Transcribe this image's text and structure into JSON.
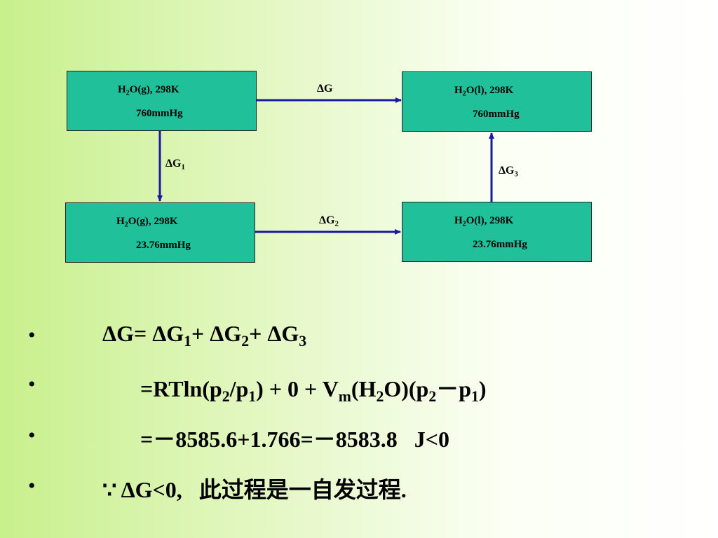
{
  "diagram": {
    "top_left": {
      "species": "H",
      "sub": "2",
      "rest": "O(g), 298K",
      "pressure": "760mmHg"
    },
    "top_right": {
      "species": "H",
      "sub": "2",
      "rest": "O(l), 298K",
      "pressure": "760mmHg"
    },
    "bottom_left": {
      "species": "H",
      "sub": "2",
      "rest": "O(g), 298K",
      "pressure": "23.76mmHg"
    },
    "bottom_right": {
      "species": "H",
      "sub": "2",
      "rest": "O(l), 298K",
      "pressure": "23.76mmHg"
    },
    "label_top": {
      "delta": "Δ",
      "text": "G"
    },
    "label_g1": {
      "delta": "Δ",
      "text": "G",
      "sub": "1"
    },
    "label_g2": {
      "delta": "Δ",
      "text": "G",
      "sub": "2"
    },
    "label_g3": {
      "delta": "Δ",
      "text": "G",
      "sub": "3"
    },
    "arrow_color": "#1a1aa0"
  },
  "bullets": [
    {
      "marker": "•"
    },
    {
      "marker": "•"
    },
    {
      "marker": "•"
    },
    {
      "marker": "•"
    }
  ],
  "equations": {
    "line1": {
      "a": "ΔG= ΔG",
      "s1": "1",
      "b": "+ ΔG",
      "s2": "2",
      "c": "+ ΔG",
      "s3": "3"
    },
    "line2": {
      "a": "=RTln(p",
      "s1": "2",
      "b": "/p",
      "s2": "1",
      "c": ") + 0 + V",
      "s3": "m",
      "d": "(H",
      "s4": "2",
      "e": "O)(p",
      "s5": "2",
      "f": "－p",
      "s6": "1",
      "g": ")"
    },
    "line3": {
      "text": "=－8585.6+1.766=－8583.8   J<0"
    },
    "line4": {
      "text": "∵ ΔG<0,   此过程是一自发过程."
    }
  }
}
